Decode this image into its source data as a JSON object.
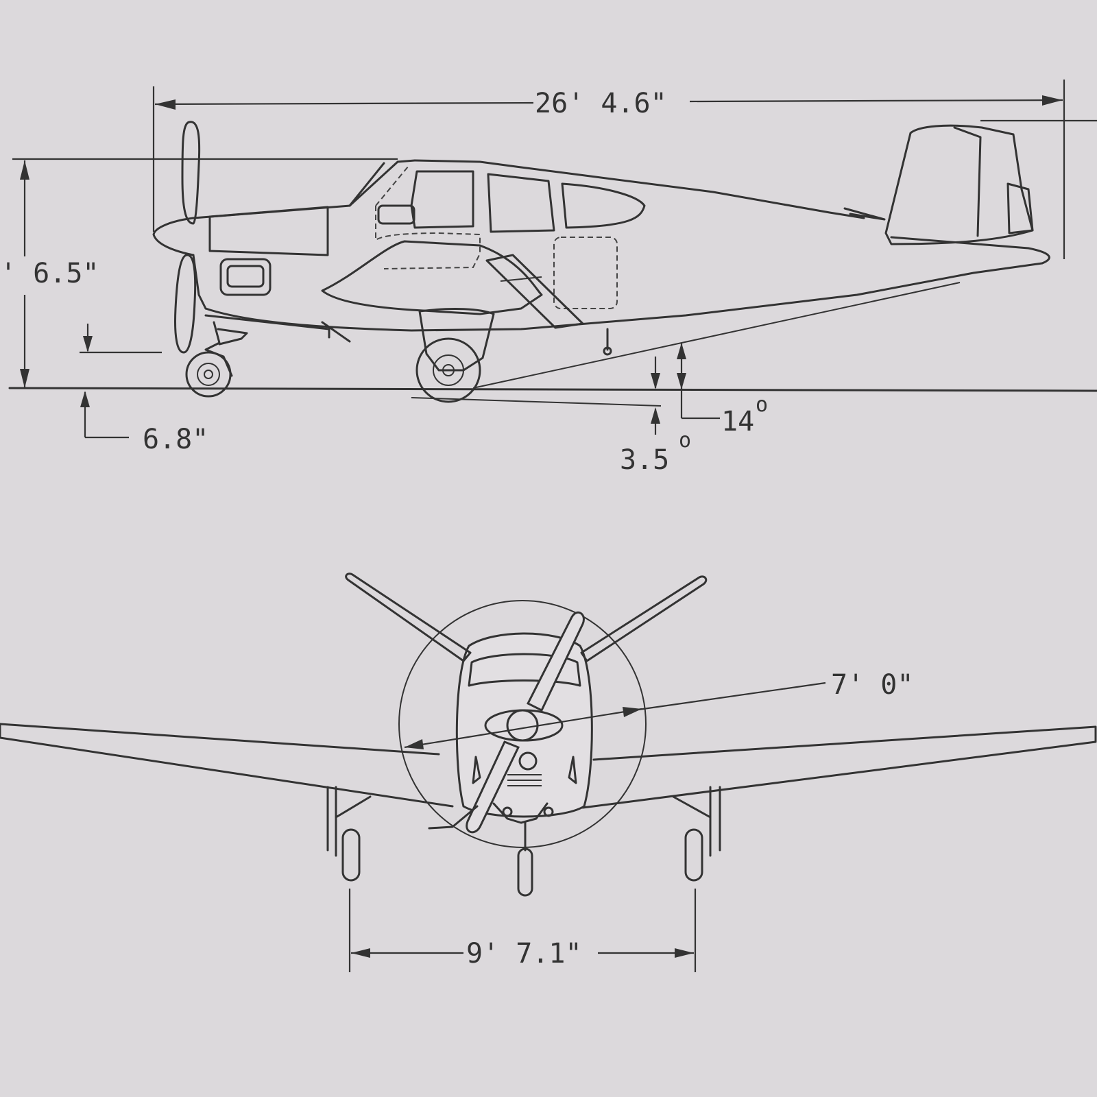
{
  "colors": {
    "paper": "#dcd9dc",
    "ink": "#333333"
  },
  "side_view": {
    "dimensions": {
      "overall_length": "26' 4.6\"",
      "height": "' 6.5\"",
      "prop_ground_clearance": "6.8\"",
      "ground_angle_a": "14",
      "ground_angle_b": "3.5",
      "degree_symbol": "o"
    }
  },
  "front_view": {
    "dimensions": {
      "prop_diameter": "7' 0\"",
      "wheel_track": "9' 7.1\""
    }
  }
}
